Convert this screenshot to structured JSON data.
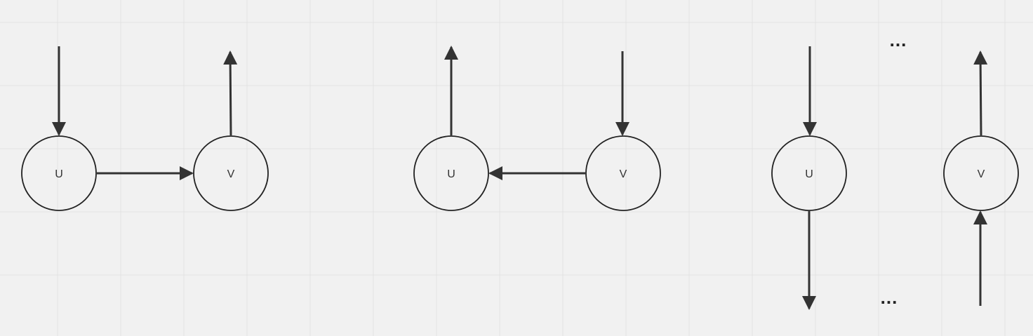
{
  "colors": {
    "background": "#f1f1f1",
    "grid": "#e2e2e2",
    "stroke": "#222222",
    "arrow": "#333333",
    "label": "#333333"
  },
  "diagrams": [
    {
      "node_u": "U",
      "node_v": "V",
      "edge": "U-to-V"
    },
    {
      "node_u": "U",
      "node_v": "V",
      "edge": "V-to-U"
    },
    {
      "node_u": "U",
      "node_v": "V",
      "edge": "none",
      "ellipsis_top": "...",
      "ellipsis_bottom": "..."
    }
  ]
}
